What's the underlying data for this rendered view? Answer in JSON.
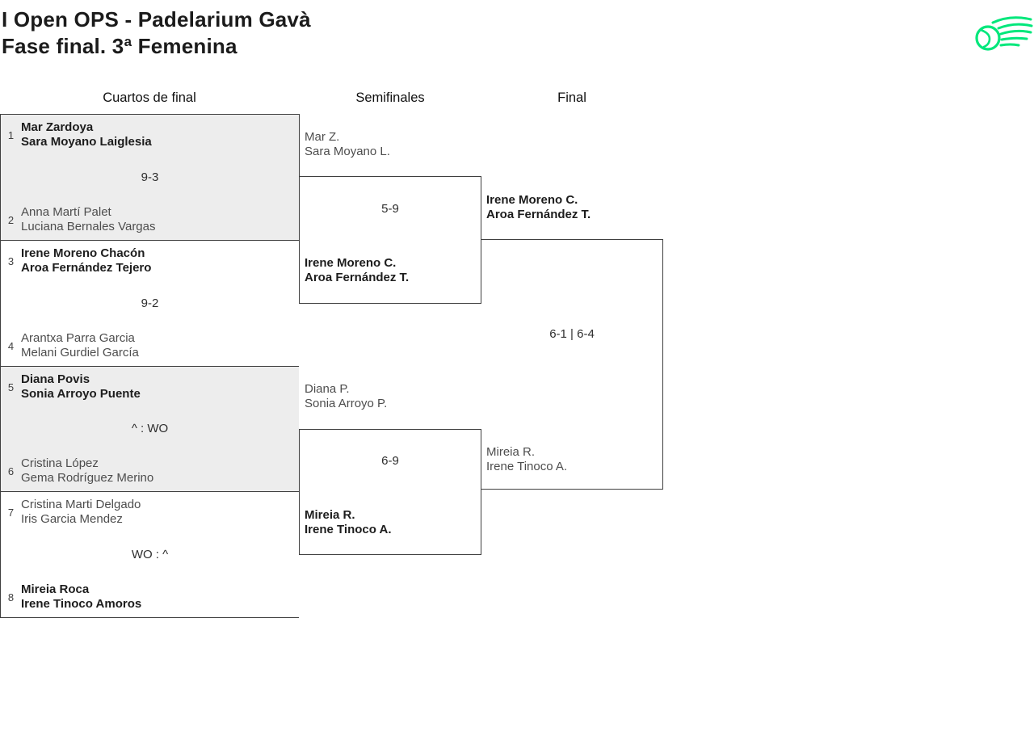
{
  "header": {
    "title_line1": "I Open OPS - Padelarium Gavà",
    "title_line2": "Fase final. 3ª Femenina",
    "logo_color": "#00E77B"
  },
  "rounds": {
    "quarterfinals_label": "Cuartos de final",
    "semifinals_label": "Semifinales",
    "final_label": "Final"
  },
  "bracket": {
    "quarterfinals": [
      {
        "team1": {
          "seed": "1",
          "players": [
            "Mar Zardoya",
            "Sara Moyano Laiglesia"
          ],
          "winner": true
        },
        "score": "9-3",
        "team2": {
          "seed": "2",
          "players": [
            "Anna Martí Palet",
            "Luciana Bernales Vargas"
          ],
          "winner": false
        }
      },
      {
        "team1": {
          "seed": "3",
          "players": [
            "Irene Moreno Chacón",
            "Aroa Fernández Tejero"
          ],
          "winner": true
        },
        "score": "9-2",
        "team2": {
          "seed": "4",
          "players": [
            "Arantxa Parra Garcia",
            "Melani Gurdiel García"
          ],
          "winner": false
        }
      },
      {
        "team1": {
          "seed": "5",
          "players": [
            "Diana Povis",
            "Sonia Arroyo Puente"
          ],
          "winner": true
        },
        "score": "^ : WO",
        "team2": {
          "seed": "6",
          "players": [
            "Cristina López",
            "Gema Rodríguez Merino"
          ],
          "winner": false
        }
      },
      {
        "team1": {
          "seed": "7",
          "players": [
            "Cristina Marti Delgado",
            "Iris Garcia Mendez"
          ],
          "winner": false
        },
        "score": "WO : ^",
        "team2": {
          "seed": "8",
          "players": [
            "Mireia Roca",
            "Irene Tinoco Amoros"
          ],
          "winner": true
        }
      }
    ],
    "semifinals": [
      {
        "team1": {
          "players": [
            "Mar Z.",
            "Sara Moyano L."
          ],
          "winner": false
        },
        "score": "5-9",
        "team2": {
          "players": [
            "Irene Moreno C.",
            "Aroa Fernández T."
          ],
          "winner": true
        }
      },
      {
        "team1": {
          "players": [
            "Diana P.",
            "Sonia Arroyo P."
          ],
          "winner": false
        },
        "score": "6-9",
        "team2": {
          "players": [
            "Mireia R.",
            "Irene Tinoco A."
          ],
          "winner": true
        }
      }
    ],
    "final": {
      "team1": {
        "players": [
          "Irene Moreno C.",
          "Aroa Fernández T."
        ],
        "winner": true
      },
      "score": "6-1 | 6-4",
      "team2": {
        "players": [
          "Mireia R.",
          "Irene Tinoco A."
        ],
        "winner": false
      }
    }
  }
}
